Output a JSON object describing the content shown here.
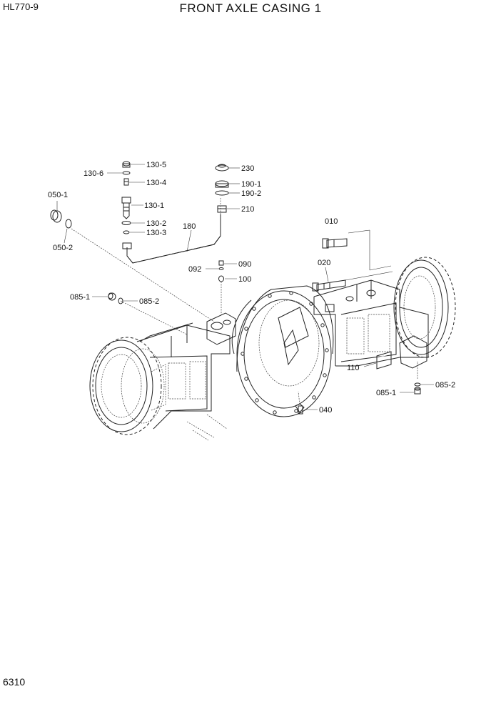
{
  "header": {
    "model": "HL770-9",
    "title": "FRONT AXLE CASING 1"
  },
  "footer": {
    "page": "6310"
  },
  "parts": {
    "p130_5": "130-5",
    "p130_6": "130-6",
    "p130_4": "130-4",
    "p130_1": "130-1",
    "p130_2": "130-2",
    "p130_3": "130-3",
    "p050_1": "050-1",
    "p050_2": "050-2",
    "p230": "230",
    "p190_1": "190-1",
    "p190_2": "190-2",
    "p210": "210",
    "p180": "180",
    "p010": "010",
    "p020": "020",
    "p090": "090",
    "p092": "092",
    "p100": "100",
    "p085_1_left": "085-1",
    "p085_2_left": "085-2",
    "p110": "110",
    "p085_2_right": "085-2",
    "p085_1_right": "085-1",
    "p040": "040"
  }
}
